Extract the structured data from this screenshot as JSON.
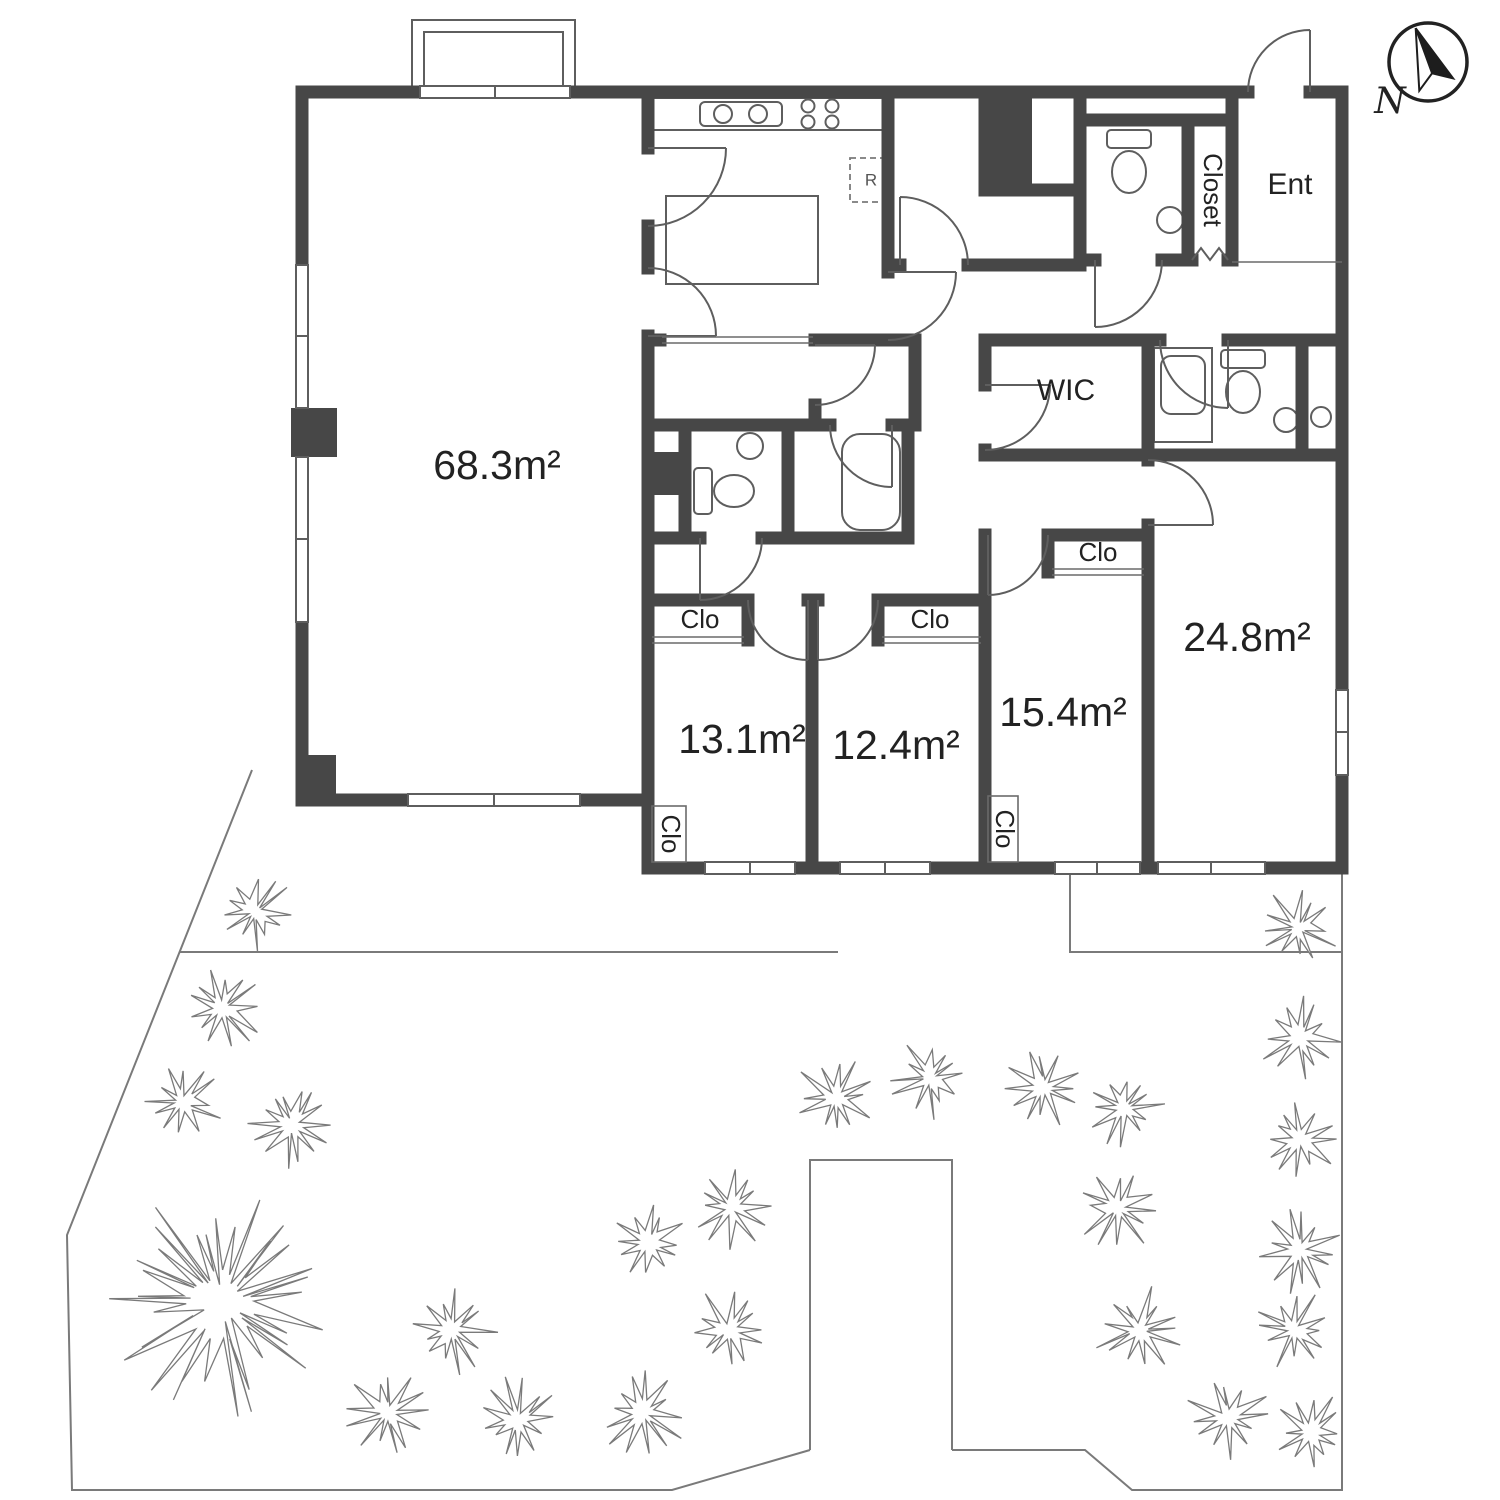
{
  "floor_plan": {
    "compass": {
      "north_label": "N"
    },
    "rooms": {
      "living": "68.3m²",
      "bedroom_a": "13.1m²",
      "bedroom_b": "12.4m²",
      "bedroom_c": "15.4m²",
      "bedroom_d": "24.8m²",
      "wic": "WIC",
      "entrance": "Ent",
      "closet": "Closet",
      "clo_a": "Clo",
      "clo_b": "Clo",
      "clo_c": "Clo",
      "clo_d": "Clo",
      "clo_e": "Clo",
      "fridge": "R"
    },
    "colors": {
      "wall": "#474747",
      "line": "#5e5e5e",
      "label": "#222222"
    },
    "garden": {
      "trees": [
        [
          255,
          912,
          40
        ],
        [
          222,
          1008,
          45
        ],
        [
          182,
          1102,
          40
        ],
        [
          292,
          1125,
          46
        ],
        [
          222,
          1302,
          112
        ],
        [
          452,
          1330,
          44
        ],
        [
          388,
          1413,
          44
        ],
        [
          518,
          1420,
          44
        ],
        [
          648,
          1243,
          42
        ],
        [
          731,
          1208,
          40
        ],
        [
          643,
          1413,
          44
        ],
        [
          729,
          1330,
          42
        ],
        [
          836,
          1098,
          42
        ],
        [
          930,
          1078,
          40
        ],
        [
          1044,
          1088,
          42
        ],
        [
          1124,
          1108,
          40
        ],
        [
          1118,
          1208,
          42
        ],
        [
          1140,
          1330,
          45
        ],
        [
          1298,
          928,
          40
        ],
        [
          1300,
          1038,
          42
        ],
        [
          1300,
          1140,
          42
        ],
        [
          1300,
          1250,
          44
        ],
        [
          1294,
          1330,
          40
        ],
        [
          1228,
          1418,
          42
        ],
        [
          1310,
          1432,
          40
        ]
      ]
    }
  }
}
